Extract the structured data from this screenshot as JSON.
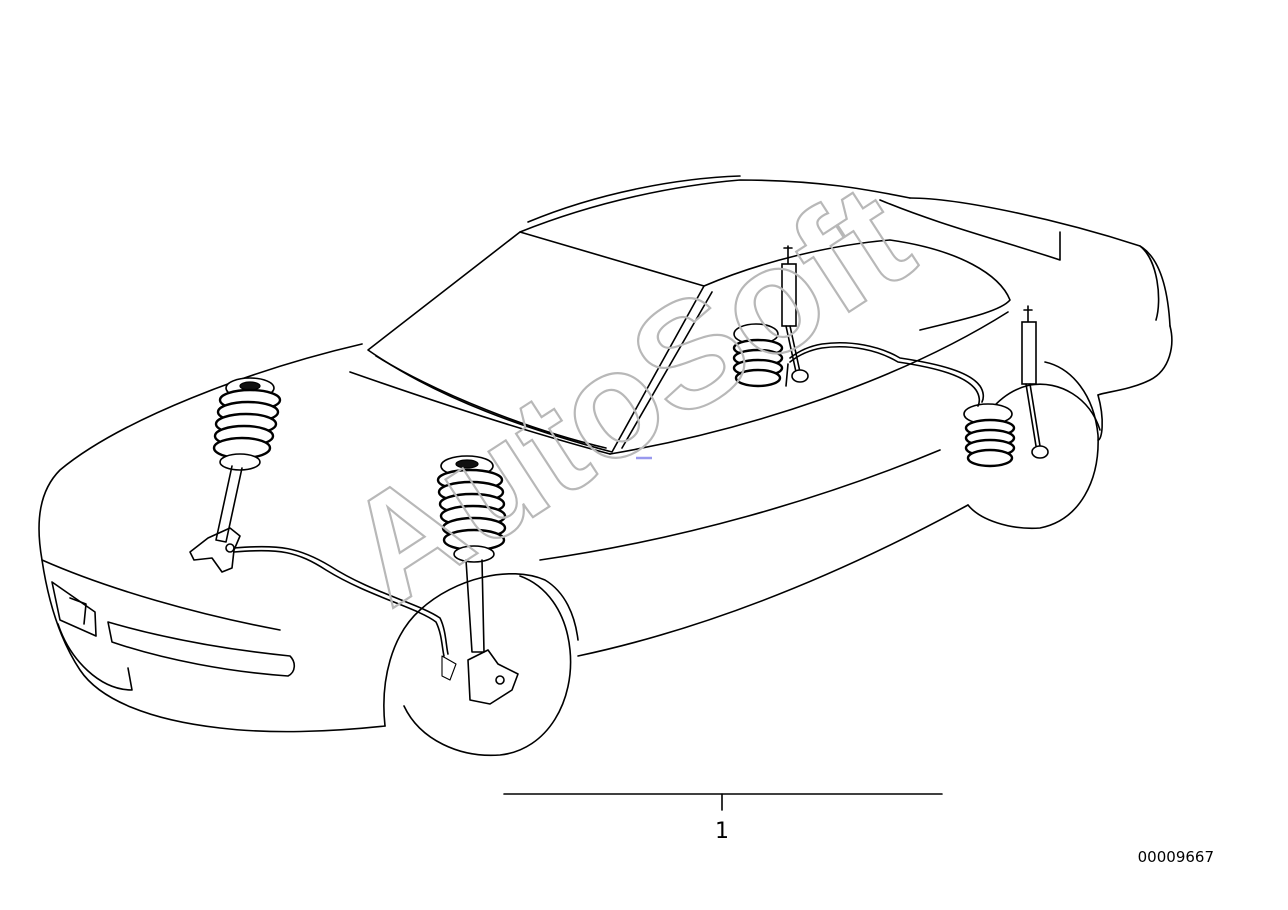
{
  "diagram": {
    "watermark": "AutoSoft",
    "callouts": [
      {
        "label": "1"
      }
    ],
    "diagram_number": "00009667",
    "accent_color": "#9999ee"
  }
}
